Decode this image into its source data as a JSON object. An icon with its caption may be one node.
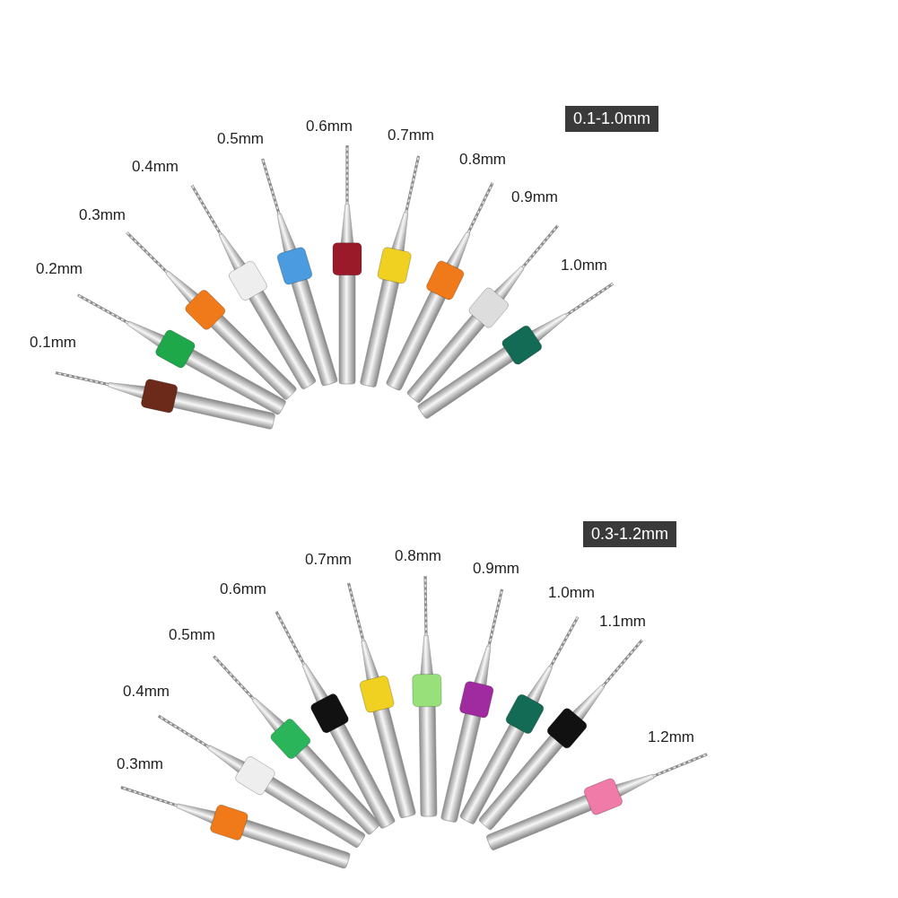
{
  "diagram": {
    "labels": [
      "0.1-1.0mm",
      "0.1mm",
      "0.2mm",
      "0.3mm",
      "0.4mm",
      "0.5mm",
      "0.6mm",
      "0.7mm",
      "0.8mm",
      "0.9mm",
      "1.0mm",
      "0.3-1.2mm",
      "0.3mm",
      "0.4mm",
      "0.5mm",
      "0.6mm",
      "0.7mm",
      "0.8mm",
      "0.9mm",
      "1.0mm",
      "1.1mm",
      "1.2mm"
    ]
  }
}
